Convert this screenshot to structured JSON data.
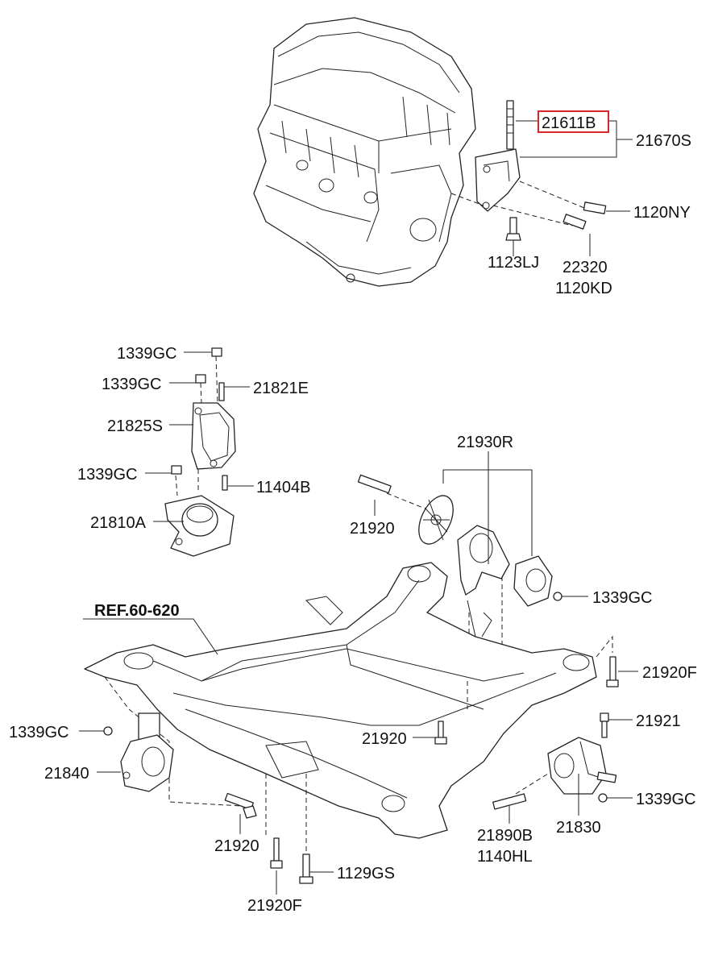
{
  "labels": {
    "p21611B": "21611B",
    "p21670S": "21670S",
    "p1120NY": "1120NY",
    "p1123LJ": "1123LJ",
    "p22320": "22320",
    "p1120KD": "1120KD",
    "gc_top1": "1339GC",
    "gc_top2": "1339GC",
    "p21821E": "21821E",
    "p21825S": "21825S",
    "gc_mid": "1339GC",
    "p11404B": "11404B",
    "p21810A": "21810A",
    "p21930R": "21930R",
    "p21920_a": "21920",
    "gc_right": "1339GC",
    "ref": "REF.60-620",
    "p21920F_right": "21920F",
    "gc_left": "1339GC",
    "p21921": "21921",
    "p21840": "21840",
    "p21920_b": "21920",
    "gc_rear": "1339GC",
    "p21890B": "21890B",
    "p1140HL": "1140HL",
    "p21830": "21830",
    "p21920_c": "21920",
    "p1129GS": "1129GS",
    "p21920F_bottom": "21920F"
  },
  "highlight": {
    "part": "21611B",
    "color": "#d9262a"
  }
}
